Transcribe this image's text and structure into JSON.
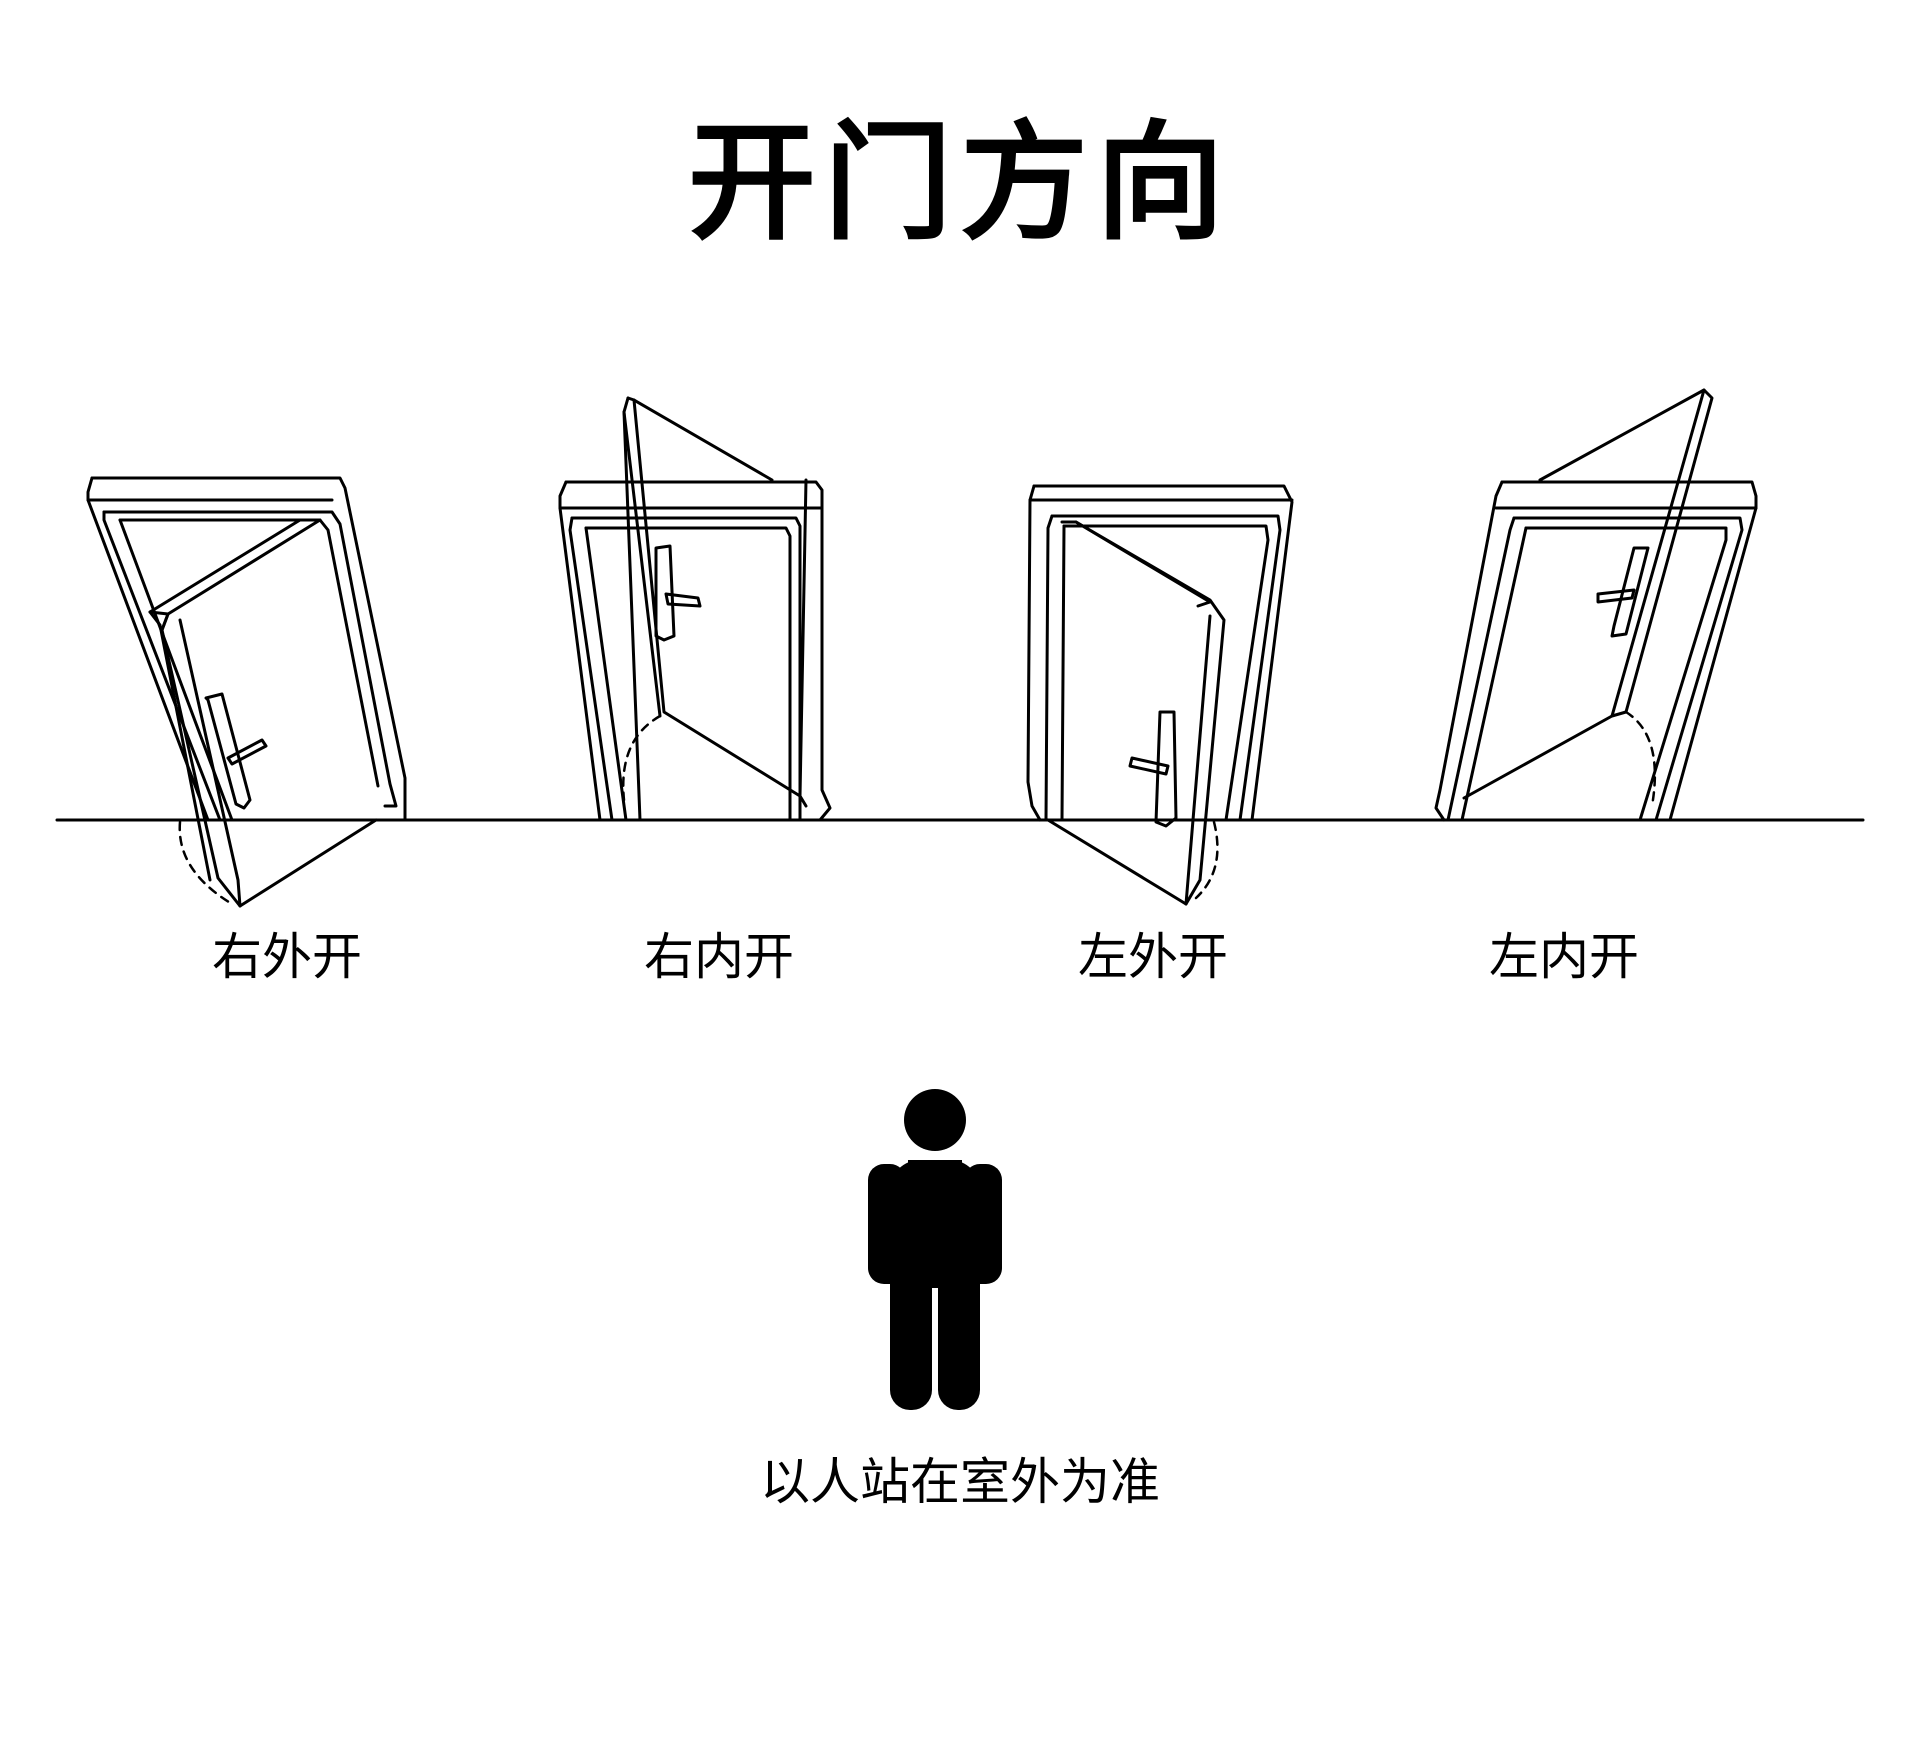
{
  "title": "开门方向",
  "doors": [
    {
      "label": "右外开",
      "hinge": "right",
      "swing": "out"
    },
    {
      "label": "右内开",
      "hinge": "right",
      "swing": "in"
    },
    {
      "label": "左外开",
      "hinge": "left",
      "swing": "out"
    },
    {
      "label": "左内开",
      "hinge": "left",
      "swing": "in"
    }
  ],
  "caption": "以人站在室外为准",
  "colors": {
    "ink": "#000000",
    "paper": "#ffffff"
  },
  "icons": [
    "door-frame-icon",
    "open-door-icon",
    "door-handle-icon",
    "person-icon"
  ]
}
